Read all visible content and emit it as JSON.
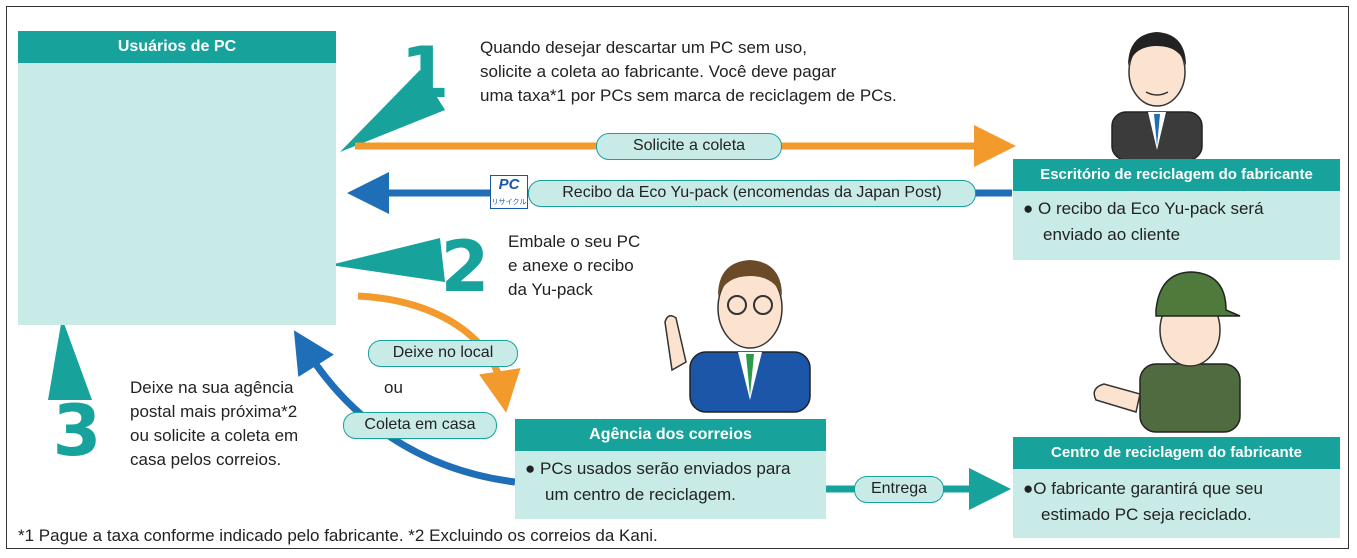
{
  "boxes": {
    "users": {
      "title": "Usuários de PC"
    },
    "office": {
      "title": "Escritório de reciclagem do fabricante",
      "text_line1": "● O recibo da Eco Yu-pack será",
      "text_line2": "enviado ao cliente"
    },
    "post": {
      "title": "Agência dos correios",
      "text_line1": "● PCs usados serão enviados para",
      "text_line2": "um centro de reciclagem."
    },
    "center": {
      "title": "Centro de reciclagem do fabricante",
      "text_line1": "●O fabricante garantirá que seu",
      "text_line2": "estimado PC seja reciclado."
    }
  },
  "steps": [
    {
      "number": "1",
      "lines": [
        "Quando desejar descartar um PC sem uso,",
        "solicite a coleta ao fabricante. Você deve pagar",
        "uma taxa*1 por PCs sem marca de reciclagem de PCs."
      ]
    },
    {
      "number": "2",
      "lines": [
        "Embale o seu PC",
        "e anexe o recibo",
        "da Yu-pack"
      ]
    },
    {
      "number": "3",
      "lines": [
        "Deixe na sua agência",
        "postal mais próxima*2",
        "ou solicite a coleta em",
        "casa pelos correios."
      ]
    }
  ],
  "pills": {
    "request": "Solicite a coleta",
    "receipt": "Recibo da Eco Yu-pack (encomendas da Japan Post)",
    "dropoff": "Deixe no local",
    "home": "Coleta em casa",
    "delivery": "Entrega"
  },
  "or_label": "ou",
  "pc_mark": {
    "main": "PC",
    "sub": "リサイクル"
  },
  "footnote": "*1 Pague a taxa conforme indicado pelo fabricante. *2 Excluindo os correios da Kani.",
  "colors": {
    "teal": "#17a39b",
    "teal_light": "#c8ebe8",
    "orange": "#f39a2c",
    "blue": "#1f6fb8"
  },
  "icons": [
    "family-illustration-icon",
    "businessman-icon",
    "pointing-postman-icon",
    "worker-icon",
    "pc-recycle-mark-icon"
  ]
}
